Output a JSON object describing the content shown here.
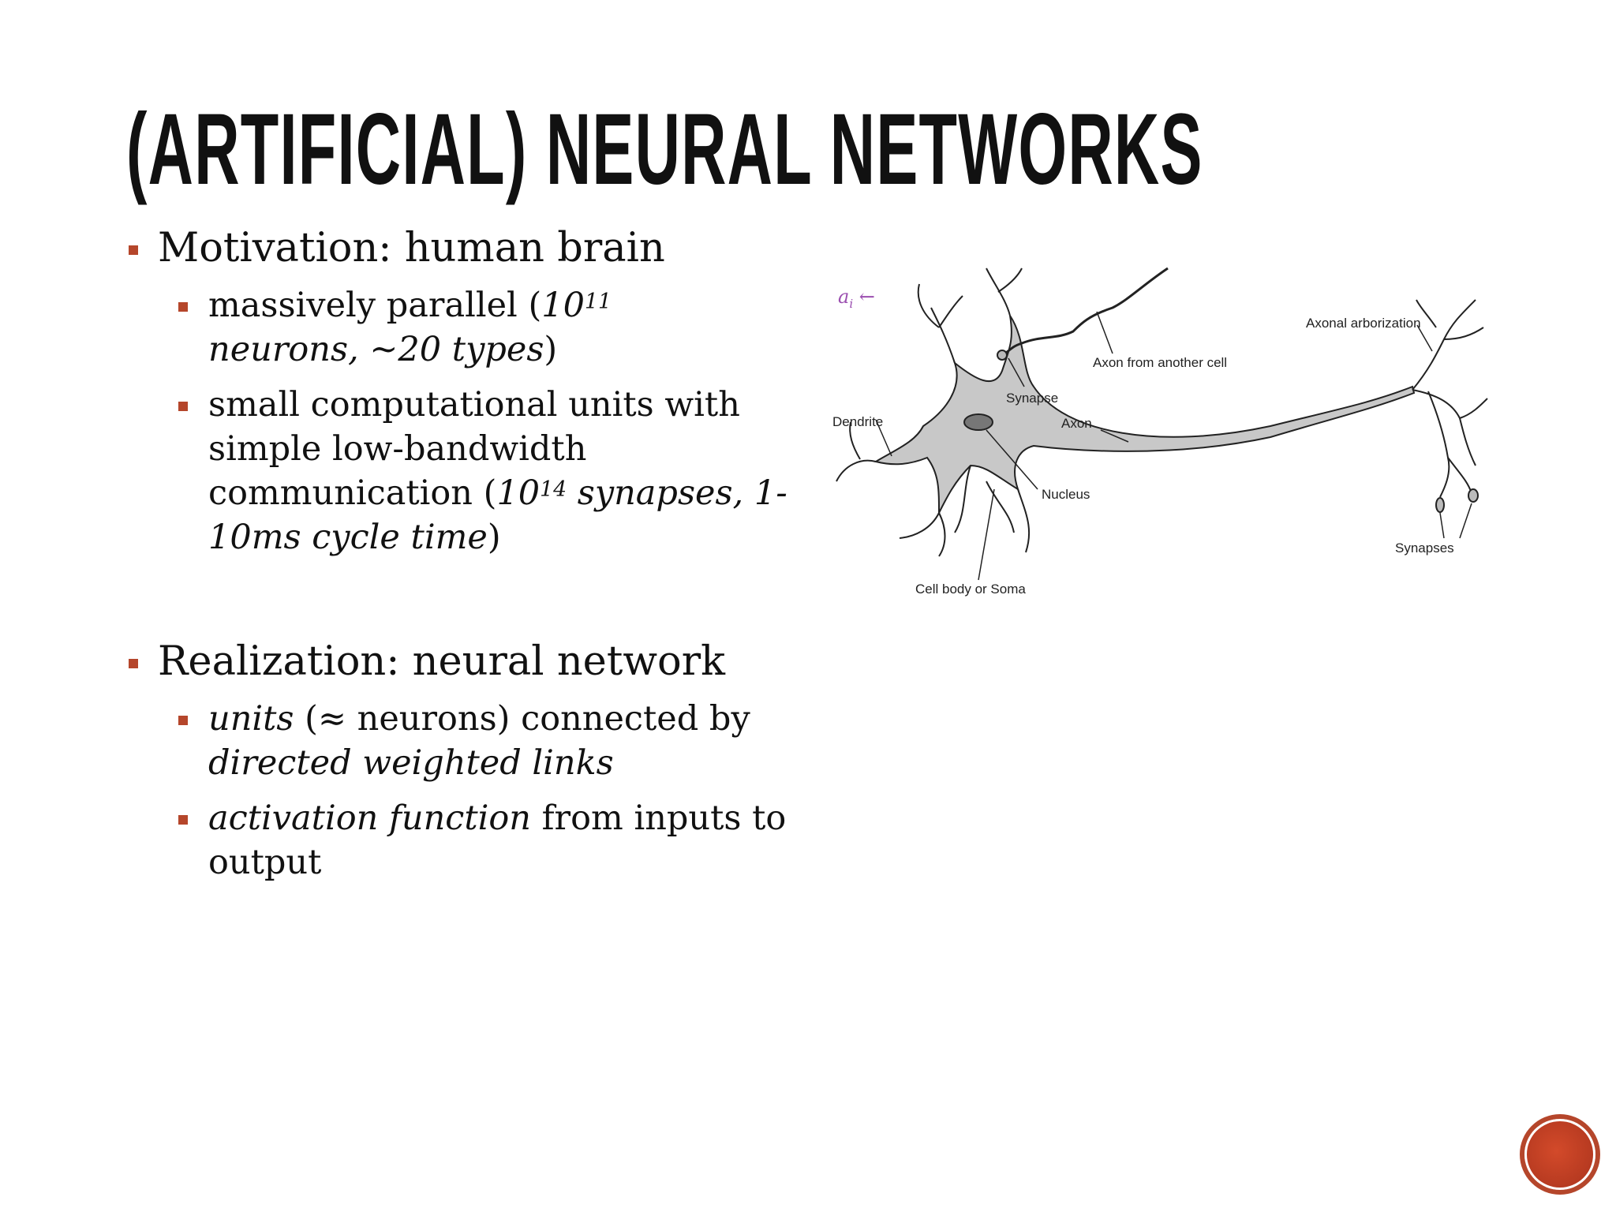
{
  "slide": {
    "title": "(ARTIFICIAL) NEURAL NETWORKS",
    "bullets": [
      {
        "text": "Motivation: human brain",
        "sub": [
          {
            "a": "massively parallel (",
            "b": "10",
            "sup": "11",
            "c": "neurons, ~20 types",
            "d": ")"
          },
          {
            "a": "small computational units with simple low-bandwidth communication (",
            "b": "10",
            "sup": "14",
            "c": " synapses, 1-10ms cycle time",
            "d": ")"
          }
        ]
      },
      {
        "text": "Realization: neural network",
        "sub": [
          {
            "a": "units",
            "b": " (≈ neurons) connected by ",
            "c": "directed weighted links"
          },
          {
            "a": "activation function",
            "b": " from inputs to output"
          }
        ]
      }
    ],
    "formula_fragment": "a",
    "formula_sub": "i",
    "formula_arrow": "←"
  },
  "diagram": {
    "labels": {
      "dendrite": "Dendrite",
      "synapse": "Synapse",
      "axon_other": "Axon from another cell",
      "axonal_arb": "Axonal arborization",
      "axon": "Axon",
      "nucleus": "Nucleus",
      "synapses": "Synapses",
      "cell_body": "Cell body or Soma"
    }
  },
  "colors": {
    "accent": "#b5462b",
    "soma_fill": "#c8c8c8",
    "nucleus_fill": "#777777"
  }
}
